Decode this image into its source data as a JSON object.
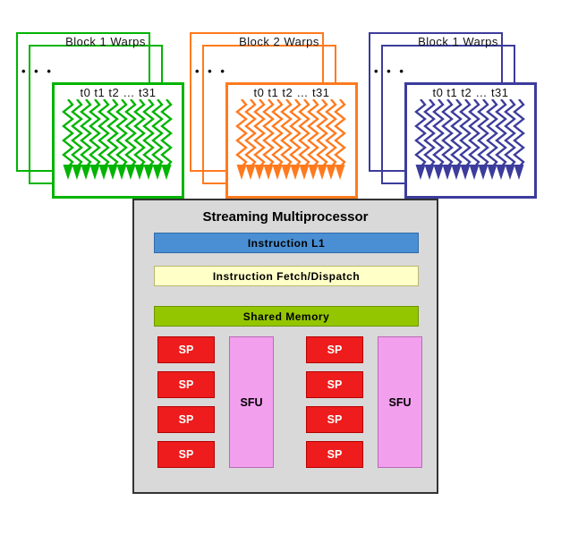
{
  "diagram": {
    "warp_cards": [
      {
        "title": "Block 1 Warps",
        "dots": "• • •",
        "threads": "t0 t1 t2 … t31",
        "color": "#00b400"
      },
      {
        "title": "Block 2 Warps",
        "dots": "• • •",
        "threads": "t0 t1 t2 … t31",
        "color": "#ff7a1e"
      },
      {
        "title": "Block 1 Warps",
        "dots": "• • •",
        "threads": "t0 t1 t2 … t31",
        "color": "#3c3c9c"
      }
    ],
    "sm": {
      "title": "Streaming Multiprocessor",
      "instruction_l1": "Instruction L1",
      "fetch_dispatch": "Instruction Fetch/Dispatch",
      "shared_memory": "Shared Memory",
      "sp": "SP",
      "sfu": "SFU",
      "colors": {
        "panel": "#d9d9d9",
        "instruction_l1": "#4a8fd3",
        "fetch_dispatch": "#ffffc8",
        "shared_memory": "#94c600",
        "sp": "#ee1c1c",
        "sfu": "#f2a0ee"
      }
    }
  }
}
